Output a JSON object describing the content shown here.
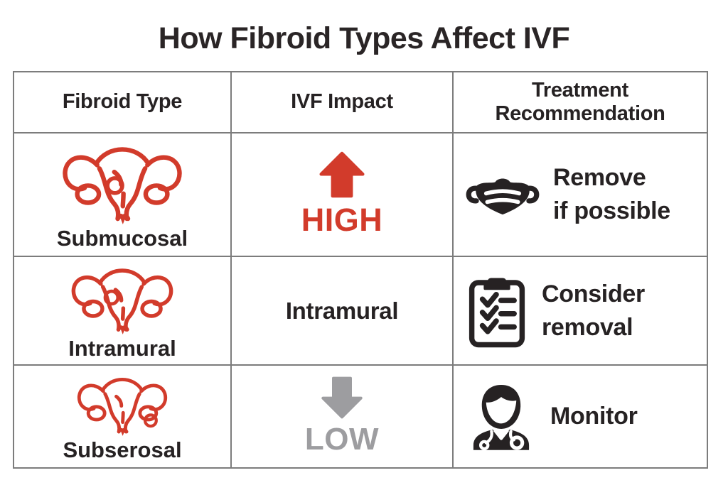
{
  "title": "How Fibroid Types Affect IVF",
  "table": {
    "headers": [
      "Fibroid Type",
      "IVF Impact",
      "Treatment Recommendation"
    ],
    "rows": [
      {
        "fibroid_type": "Submucosal",
        "ivf_impact": "HIGH",
        "impact_level": "high",
        "treatment_lines": [
          "Remove",
          "if possible"
        ],
        "icons": {
          "type": "uterus-submucosal-icon",
          "impact": "arrow-up-icon",
          "treatment": "face-mask-icon"
        }
      },
      {
        "fibroid_type": "Intramural",
        "ivf_impact": "Intramural",
        "impact_level": "medium",
        "treatment_lines": [
          "Consider",
          "removal"
        ],
        "icons": {
          "type": "uterus-intramural-icon",
          "impact": null,
          "treatment": "checklist-clipboard-icon"
        }
      },
      {
        "fibroid_type": "Subserosal",
        "ivf_impact": "LOW",
        "impact_level": "low",
        "treatment_lines": [
          "Monitor"
        ],
        "icons": {
          "type": "uterus-subserosal-icon",
          "impact": "arrow-down-icon",
          "treatment": "doctor-icon"
        }
      }
    ]
  },
  "colors": {
    "accent_red": "#d23b2b",
    "text_dark": "#262223",
    "muted_gray": "#9d9da0",
    "border_gray": "#7c7c7c"
  }
}
